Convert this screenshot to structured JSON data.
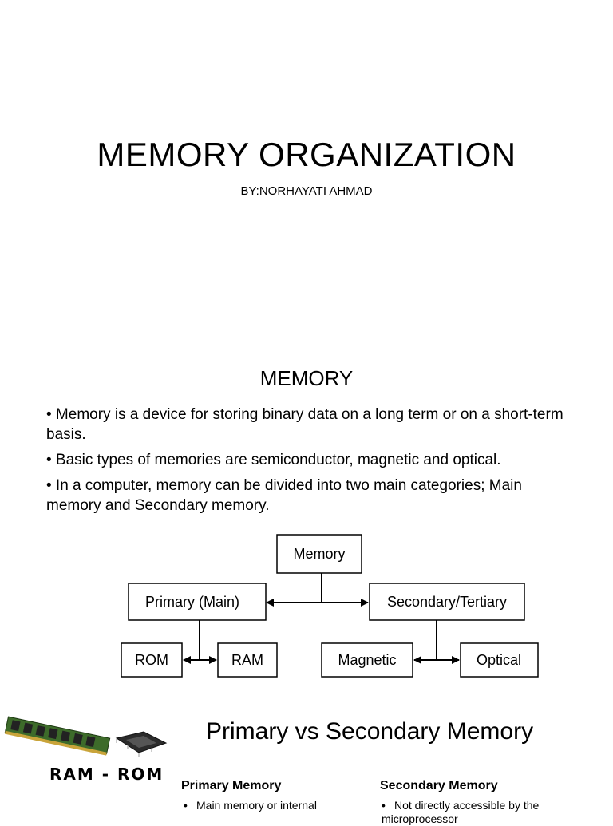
{
  "slide1": {
    "title": "MEMORY ORGANIZATION",
    "author": "BY:NORHAYATI AHMAD"
  },
  "slide2": {
    "heading": "MEMORY",
    "bullets": [
      "• Memory is a device for storing binary data on a long term or on a short-term basis.",
      "• Basic types of memories are semiconductor, magnetic and optical.",
      "• In a computer, memory can be divided into two main categories; Main memory and Secondary memory."
    ],
    "diagram": {
      "root": "Memory",
      "primary": "Primary (Main)",
      "secondary": "Secondary/Tertiary",
      "rom": "ROM",
      "ram": "RAM",
      "magnetic": "Magnetic",
      "optical": "Optical"
    }
  },
  "slide3": {
    "heading": "Primary vs Secondary Memory",
    "image_label": "RAM - ROM",
    "primary_head": "Primary Memory",
    "primary_item": "Main memory or internal",
    "secondary_head": "Secondary Memory",
    "secondary_item": "Not directly accessible by the microprocessor"
  }
}
